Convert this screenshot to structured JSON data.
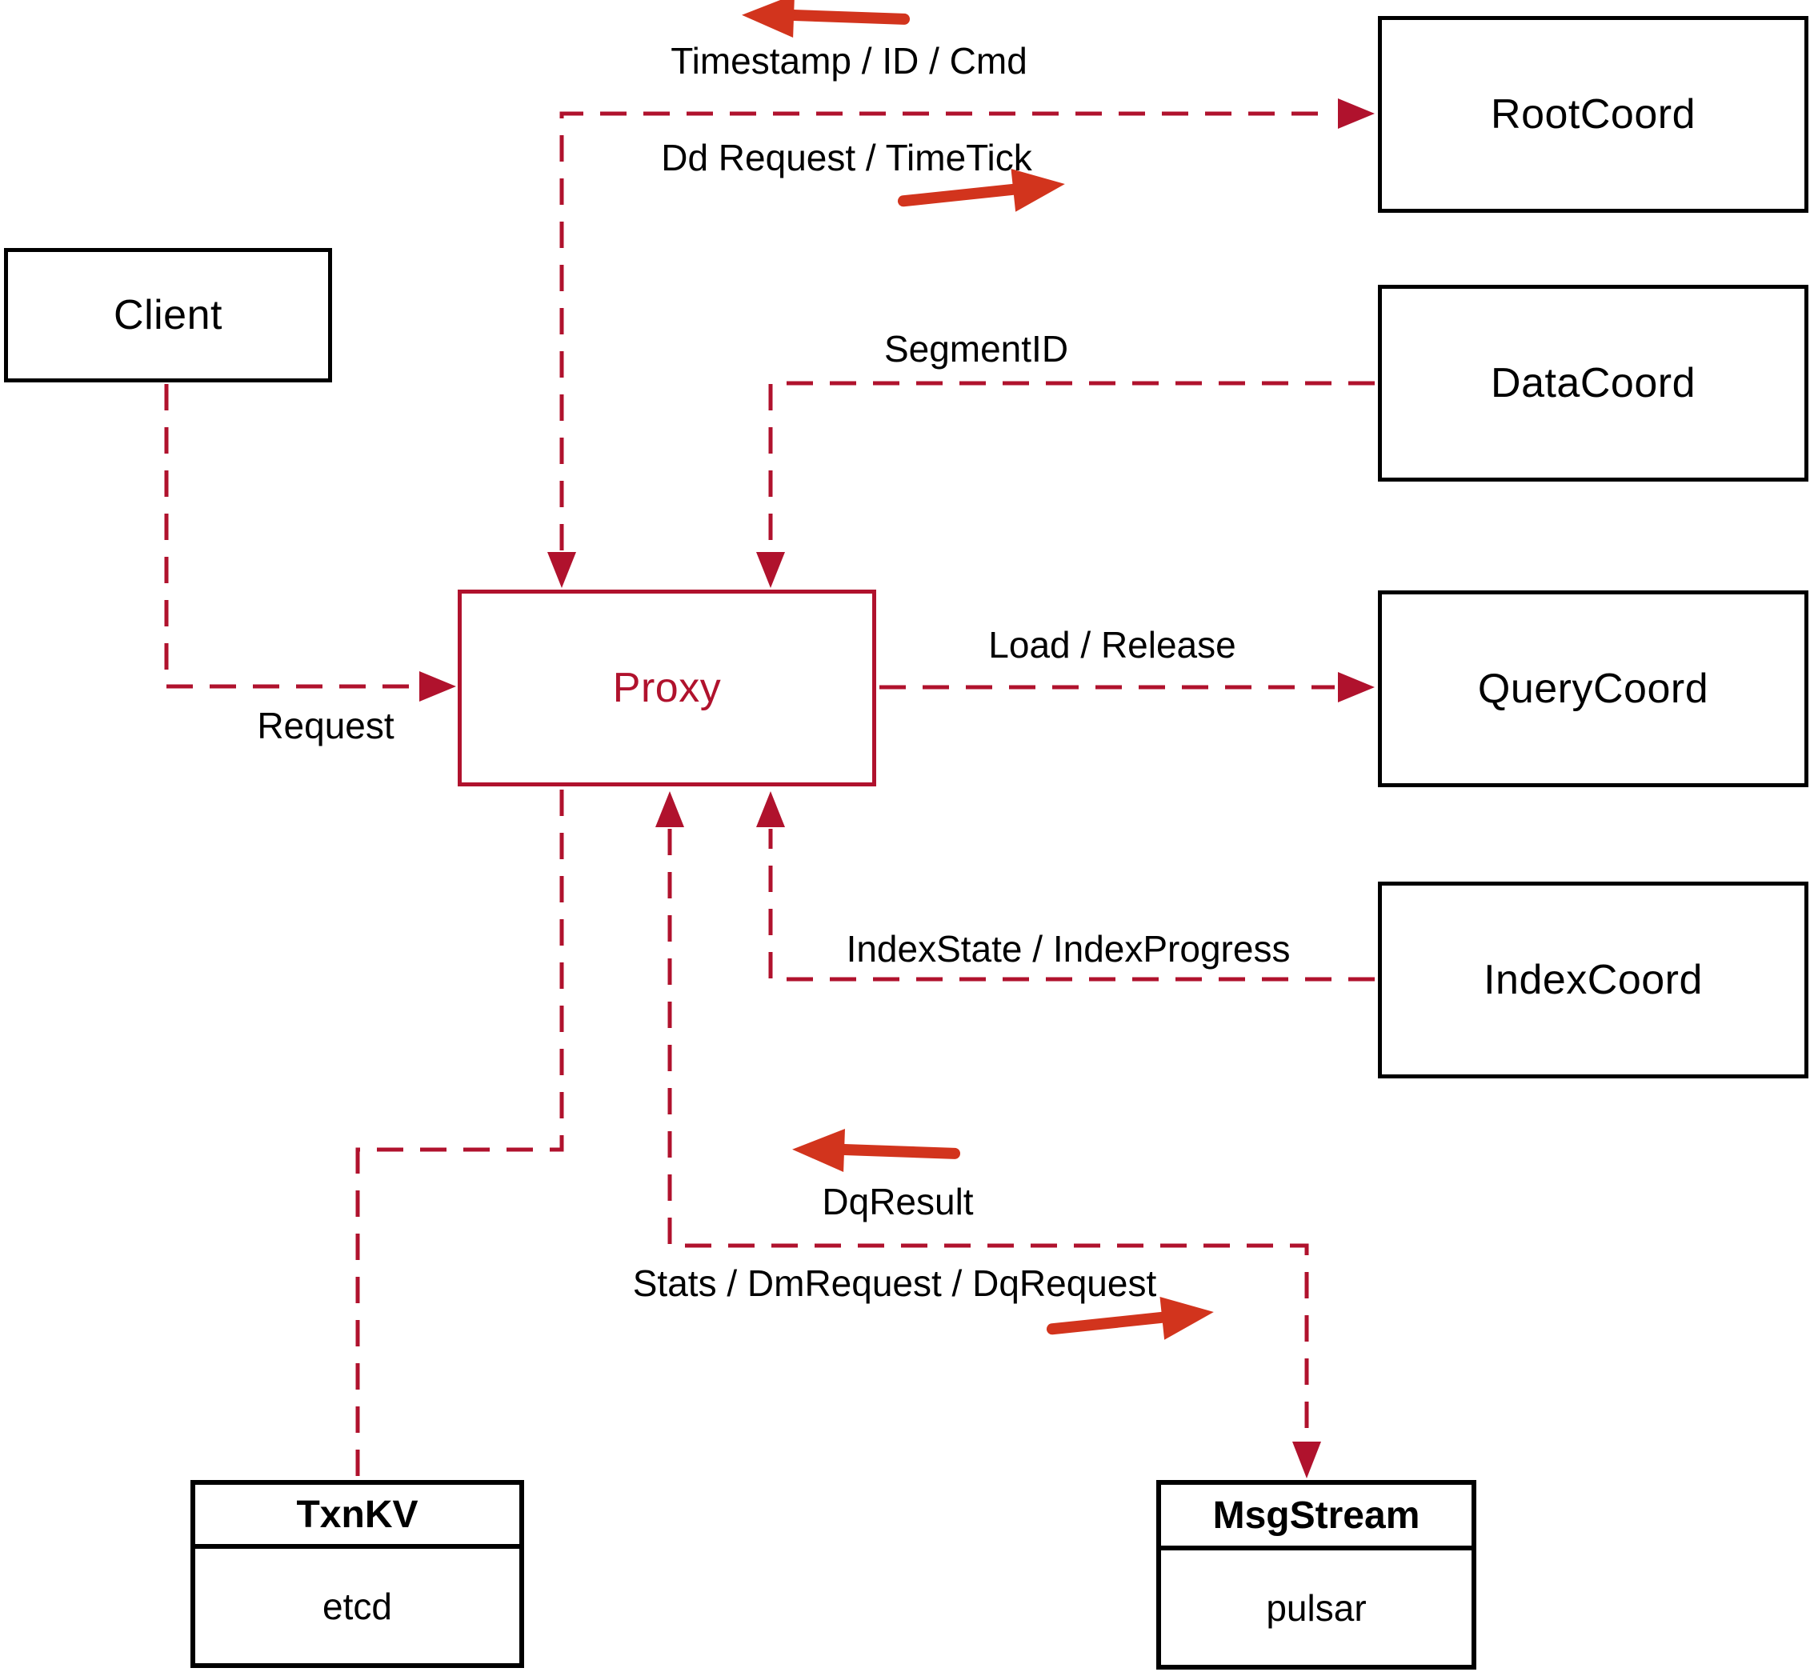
{
  "nodes": {
    "client": {
      "label": "Client"
    },
    "proxy": {
      "label": "Proxy"
    },
    "root_coord": {
      "label": "RootCoord"
    },
    "data_coord": {
      "label": "DataCoord"
    },
    "query_coord": {
      "label": "QueryCoord"
    },
    "index_coord": {
      "label": "IndexCoord"
    },
    "txn_kv": {
      "title": "TxnKV",
      "subtitle": "etcd"
    },
    "msg_stream": {
      "title": "MsgStream",
      "subtitle": "pulsar"
    }
  },
  "edge_labels": {
    "request": "Request",
    "timestamp_id_cmd": "Timestamp / ID / Cmd",
    "dd_request_timetick": "Dd Request / TimeTick",
    "segment_id": "SegmentID",
    "load_release": "Load / Release",
    "index_state_progress": "IndexState / IndexProgress",
    "dq_result": "DqResult",
    "stats_dm_dq": "Stats / DmRequest / DqRequest"
  },
  "colors": {
    "dashed_line": "#b0122d",
    "solid_arrow": "#d2341d",
    "box_border": "#000000",
    "proxy_accent": "#b0122d",
    "background": "#ffffff",
    "text": "#000000"
  }
}
